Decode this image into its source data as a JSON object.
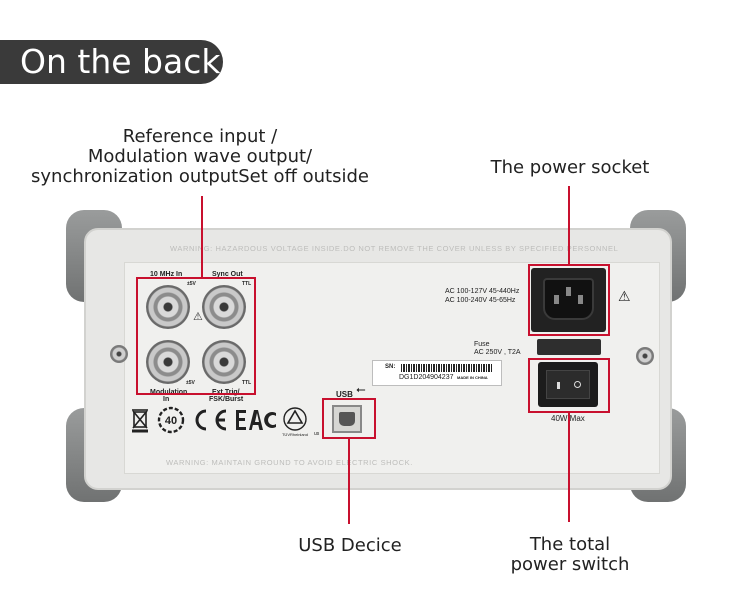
{
  "header": {
    "title": "On the back"
  },
  "callouts": {
    "reference_lines": [
      "Reference input /",
      "Modulation wave output/",
      "synchronization outputSet off outside"
    ],
    "power_socket": "The power socket",
    "usb": "USB Decice",
    "power_switch_lines": [
      "The total",
      "power switch"
    ]
  },
  "panel": {
    "warning_top": "WARNING: HAZARDOUS VOLTAGE INSIDE.DO NOT REMOVE THE COVER UNLESS BY SPECIFIED PERSONNEL",
    "warning_bottom": "WARNING: MAINTAIN GROUND TO AVOID ELECTRIC SHOCK.",
    "bnc_labels": {
      "ref_in": "10 MHz In",
      "sync_out": "Sync Out",
      "mod_in_line1": "Modulation",
      "mod_in_line2": "In",
      "ext_trig_line1": "Ext Trig/",
      "ext_trig_line2": "FSK/Burst",
      "level_1": "±5V",
      "ttl_1": "TTL",
      "level_2": "±5V",
      "ttl_2": "TTL"
    },
    "ac_ratings": [
      "AC 100-127V  45-440Hz",
      "AC 100-240V  45-65Hz"
    ],
    "fuse": {
      "label": "Fuse",
      "rating": "AC 250V , T2A"
    },
    "sn_label": "SN:",
    "serial": "DG1D204904237",
    "made_in": "MADE IN CHINA",
    "usb_label": "USB",
    "power_max": "40W Max",
    "cert_40": "40",
    "cert_tuv": "TÜVRheinland"
  },
  "colors": {
    "accent_red": "#c8102e",
    "title_bg": "#3a3a3a"
  }
}
